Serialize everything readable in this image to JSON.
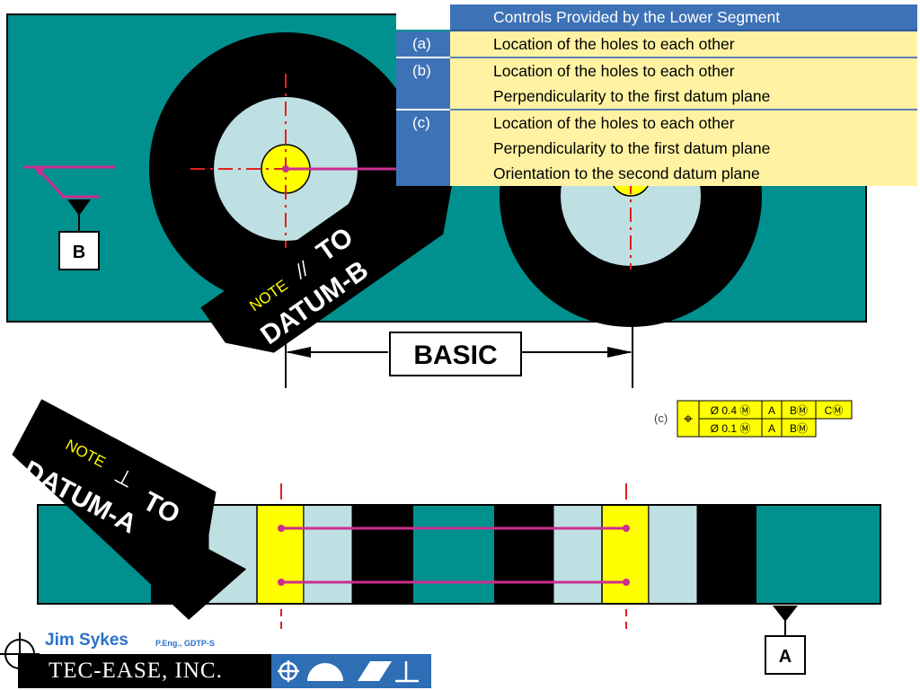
{
  "table": {
    "header": "Controls Provided by the Lower Segment",
    "rows": [
      {
        "label": "(a)",
        "lines": [
          "Location of the holes to each other"
        ]
      },
      {
        "label": "(b)",
        "lines": [
          "Location of the holes to each other",
          "Perpendicularity to the first datum plane"
        ]
      },
      {
        "label": "(c)",
        "lines": [
          "Location of the holes to each other",
          "Perpendicularity to the first datum plane",
          "Orientation to the second datum plane"
        ]
      }
    ]
  },
  "datum_b_label": "B",
  "datum_a_label": "A",
  "basic_label": "BASIC",
  "note_b": {
    "note": "NOTE",
    "symbol": "//",
    "to": "TO",
    "datum": "DATUM-B"
  },
  "note_a": {
    "note": "NOTE",
    "symbol": "⊥",
    "to": "TO",
    "datum": "DATUM-A"
  },
  "fcf": {
    "label": "(c)",
    "symbol": "⌖",
    "row1": [
      "Ø 0.4 Ⓜ",
      "A",
      "BⓂ",
      "CⓂ"
    ],
    "row2": [
      "Ø 0.1 Ⓜ",
      "A",
      "BⓂ"
    ]
  },
  "brand": {
    "name": "Jim Sykes",
    "credentials": "P.Eng., GDTP-S",
    "company": "Tec-Ease, Inc.",
    "company_display": "TEC-EASE, INC."
  },
  "colors": {
    "teal": "#00918f",
    "light_blue": "#bfe0e3",
    "yellow": "#ffff00",
    "magenta": "#cc2e8f",
    "red": "#e02020",
    "table_blue": "#3e72b6",
    "table_yellow": "#fff3a3"
  }
}
